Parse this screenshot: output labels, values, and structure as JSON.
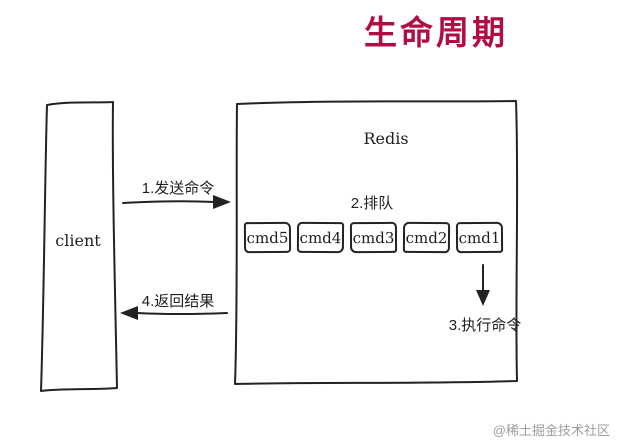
{
  "title": "生命周期",
  "client_label": "client",
  "redis_label": "Redis",
  "steps": {
    "send": "1.发送命令",
    "queue": "2.排队",
    "execute": "3.执行命令",
    "return": "4.返回结果"
  },
  "commands": [
    "cmd5",
    "cmd4",
    "cmd3",
    "cmd2",
    "cmd1"
  ],
  "watermark": "@稀土掘金技术社区",
  "colors": {
    "title": "#b00d42",
    "ink": "#222222",
    "watermark": "#9e9e9e"
  }
}
